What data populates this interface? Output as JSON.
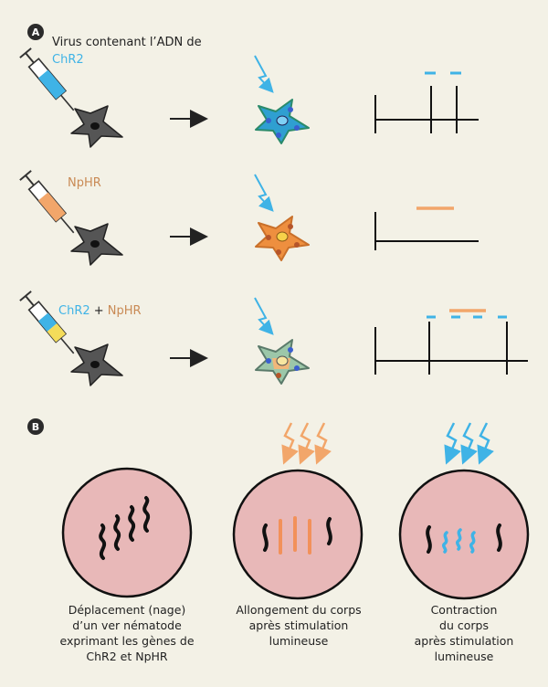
{
  "panel_a": {
    "label": "A",
    "row1": {
      "text": "Virus contenant l’ADN de",
      "gene": "ChR2"
    },
    "row2": {
      "gene": "NpHR"
    },
    "row3": {
      "gene1": "ChR2",
      "plus": " + ",
      "gene2": "NpHR"
    }
  },
  "panel_b": {
    "label": "B",
    "captions": [
      "Déplacement (nage)\nd’un ver nématode\nexprimant les gènes de\nChR2 et NpHR",
      "Allongement  du corps\naprès stimulation\nlumineuse",
      "Contraction\ndu corps\naprès stimulation\nlumineuse"
    ]
  },
  "colors": {
    "background": "#f3f1e6",
    "chr2_blue": "#3fb3e6",
    "nphr_orange": "#f2a66a",
    "dish_pink": "#e8b8b8",
    "badge": "#2b2b2b"
  },
  "icons": [
    "syringe-icon",
    "neuron-icon",
    "arrow-icon",
    "light-bolt-icon",
    "spike-trace",
    "petri-dish",
    "worm"
  ]
}
